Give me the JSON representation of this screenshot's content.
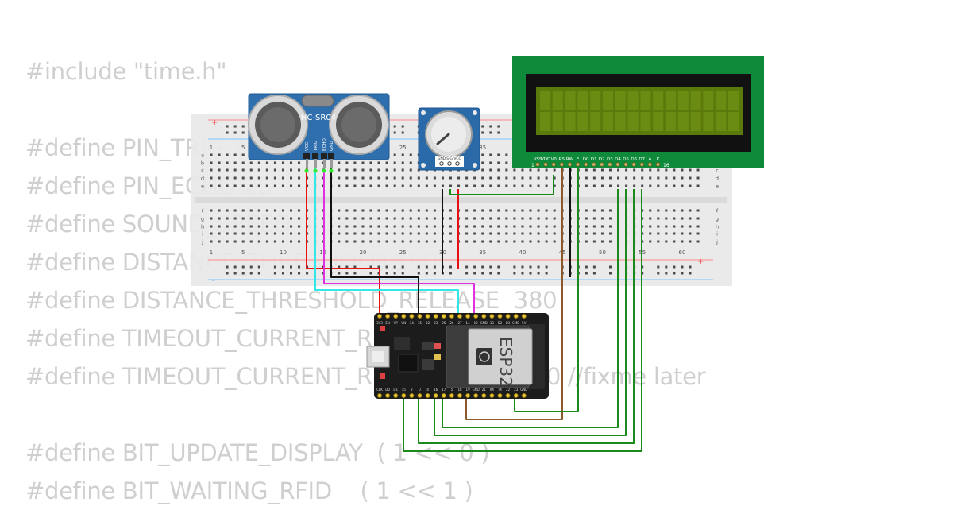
{
  "code_lines": [
    "#include \"time.h\"",
    "",
    "#define PIN_TRIG 26",
    "#define PIN_ECHO 25",
    "#define SOUND_SPEED 0.034",
    "#define DISTANCE_THRESHOLD 150",
    "#define DISTANCE_THRESHOLD_RELEASE  380",
    "#define TIMEOUT_CURRENT_READ 5000",
    "#define TIMEOUT_CURRENT_READ_MAX 30000 //fixme later",
    "",
    "#define BIT_UPDATE_DISPLAY  ( 1 << 0 )",
    "#define BIT_WAITING_RFID    ( 1 << 1 )"
  ],
  "breadboard": {
    "column_numbers": [
      "1",
      "5",
      "10",
      "15",
      "20",
      "25",
      "30",
      "35",
      "40",
      "45",
      "50",
      "55",
      "60"
    ],
    "row_letters_top": [
      "a",
      "b",
      "c",
      "d",
      "e"
    ],
    "row_letters_bottom": [
      "f",
      "g",
      "h",
      "i",
      "j"
    ],
    "plus_sign": "+",
    "minus_sign": "-"
  },
  "ultrasonic": {
    "label": "HC-SR04",
    "pins": [
      "VCC",
      "TRIG",
      "ECHO",
      "GND"
    ]
  },
  "potentiometer": {
    "pins": [
      "GND",
      "SIG",
      "VCC"
    ]
  },
  "lcd": {
    "pin_labels": [
      "VSS",
      "VDD",
      "V0",
      "RS",
      "RW",
      "E",
      "D0",
      "D1",
      "D2",
      "D3",
      "D4",
      "D5",
      "D6",
      "D7",
      "A",
      "K"
    ],
    "pin_first": "1",
    "pin_last": "16"
  },
  "esp32": {
    "module_label": "ESP32",
    "top_pins": [
      "3V3",
      "EN",
      "VP",
      "VN",
      "34",
      "35",
      "32",
      "33",
      "25",
      "26",
      "27",
      "14",
      "12",
      "GND",
      "13",
      "D2",
      "D3",
      "CMD",
      "5V"
    ],
    "bottom_pins": [
      "CLK",
      "D0",
      "D1",
      "15",
      "2",
      "0",
      "4",
      "16",
      "17",
      "5",
      "18",
      "19",
      "GND",
      "21",
      "RX",
      "TX",
      "22",
      "23",
      "GND"
    ]
  },
  "colors": {
    "wire_red": "#e81010",
    "wire_black": "#111111",
    "wire_green": "#1a8a1a",
    "wire_cyan": "#31e8e8",
    "wire_magenta": "#e030e0",
    "wire_brown": "#8b5a2b",
    "pcb_blue": "#2a6aa8",
    "lcd_green": "#0e8a3a",
    "lcd_screen": "#5a7a0c"
  }
}
